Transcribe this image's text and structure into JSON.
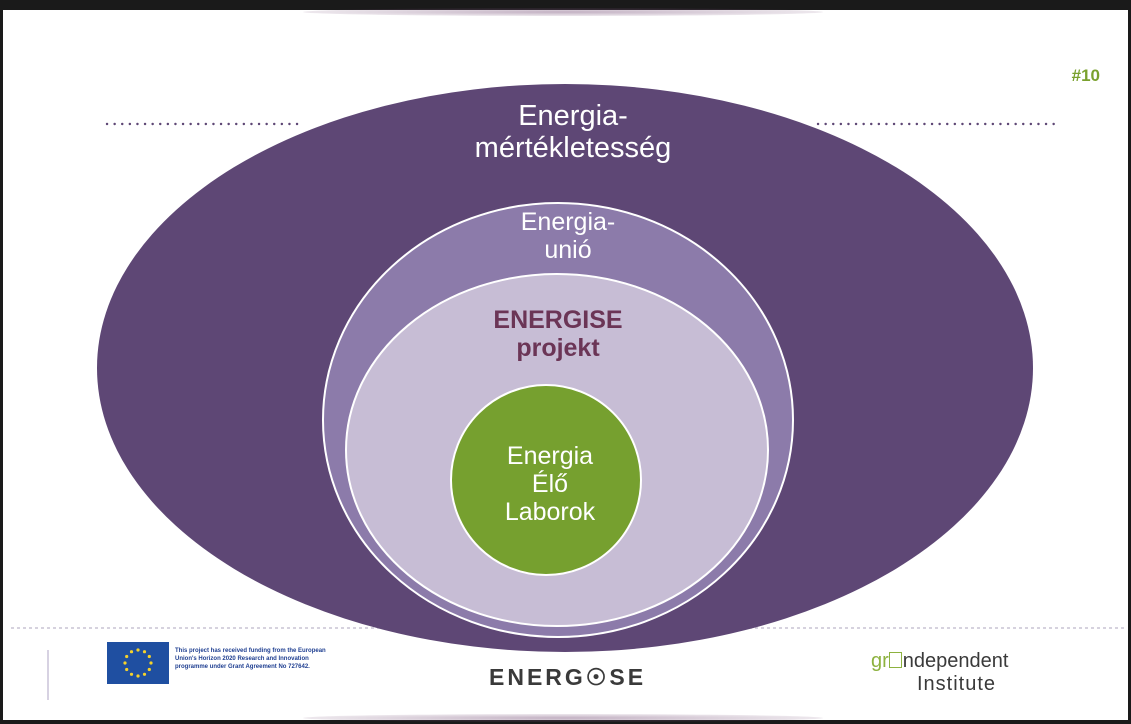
{
  "slide": {
    "number": "#10"
  },
  "diagram": {
    "outer": {
      "line1": "Energia-",
      "line2": "mértékletesség",
      "color": "#5e4775"
    },
    "middle": {
      "line1": "Energia-",
      "line2": "unió",
      "color": "#8c7baa"
    },
    "inner": {
      "line1": "ENERGISE",
      "line2": "projekt",
      "color": "#c7bdd5",
      "text_color": "#6b3556"
    },
    "core": {
      "line1": "Energia",
      "line2": "Élő",
      "line3": "Laborok",
      "color": "#76a02f"
    }
  },
  "footer": {
    "eu_text_line1": "This project has received funding from the European",
    "eu_text_line2": "Union's Horizon 2020 Research and Innovation",
    "eu_text_line3": "programme under Grant Agreement No 727642.",
    "energise_logo": "ENERG☉SE",
    "institute_logo_line1_prefix": "gr",
    "institute_logo_line1_suffix": "ndependent",
    "institute_logo_line2": "Institute"
  },
  "colors": {
    "accent_green": "#7aa12e",
    "dots": "#5e4775"
  }
}
